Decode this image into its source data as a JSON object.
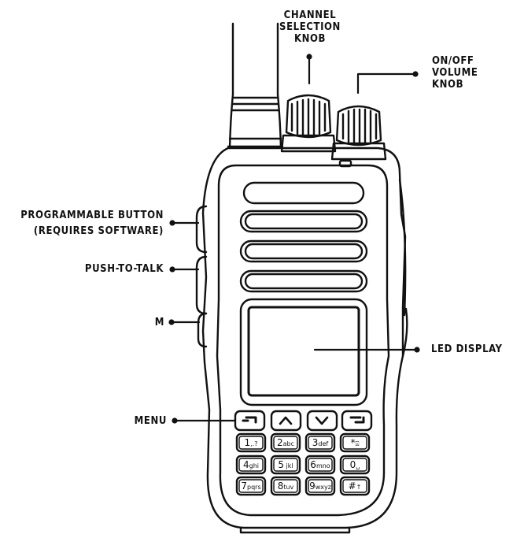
{
  "callouts": {
    "channel_knob": [
      "CHANNEL",
      "SELECTION",
      "KNOB"
    ],
    "volume_knob": [
      "ON/OFF",
      "VOLUME",
      "KNOB"
    ],
    "programmable_button": [
      "PROGRAMMABLE BUTTON",
      "(REQUIRES SOFTWARE)"
    ],
    "push_to_talk": "PUSH-TO-TALK",
    "m_button": "M",
    "menu": "MENU",
    "led_display": "LED DISPLAY"
  },
  "keypad": {
    "rows": [
      [
        "1,.?",
        "2abc",
        "3def",
        "*⍓"
      ],
      [
        "4ghi",
        "5 jkl",
        "6mno",
        "0␣"
      ],
      [
        "7pqrs",
        "8tuv",
        "9wxyz",
        "#↑"
      ]
    ],
    "nav_keys": [
      "menu-left-key",
      "up-arrow",
      "down-arrow",
      "menu-right-key"
    ]
  }
}
